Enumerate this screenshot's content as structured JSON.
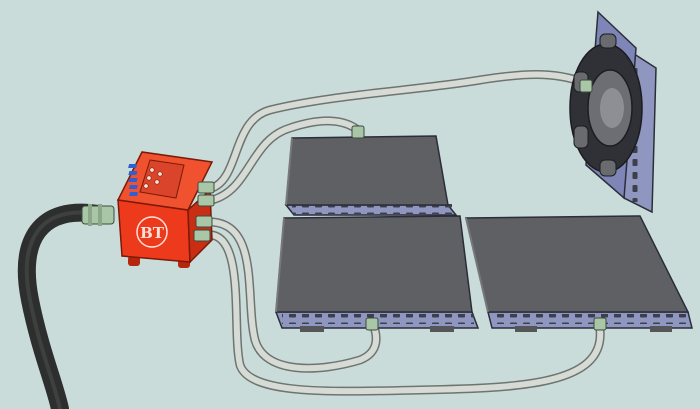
{
  "scene": {
    "colors": {
      "background": "#c9dcda",
      "control_box": "#ee3a1c",
      "control_box_dark": "#b5260e",
      "hose": "#d6dbd6",
      "hose_outline": "#6e746f",
      "main_cable": "#2d2f2e",
      "pad_top": "#5f6063",
      "pad_side": "#8f97c0",
      "pad_holes": "#3c3f4c",
      "fitting": "#a9c6a7",
      "indicator": "#2f5fd0"
    },
    "control_box": {
      "logo_text": "BT",
      "indicator_count": 5
    },
    "pads": [
      {
        "name": "pad-top-middle"
      },
      {
        "name": "pad-bottom-middle"
      },
      {
        "name": "pad-bottom-right"
      },
      {
        "name": "pad-vertical-right"
      }
    ]
  }
}
